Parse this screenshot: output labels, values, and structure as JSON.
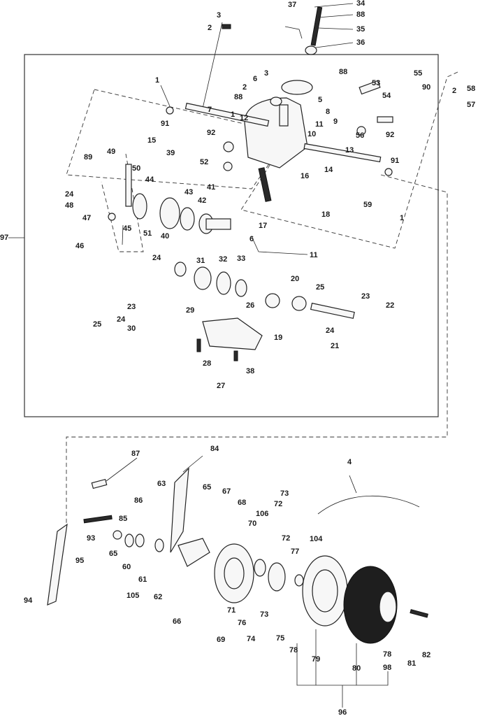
{
  "diagram": {
    "colors": {
      "ink": "#222222",
      "paper": "#ffffff",
      "tire": "#1e1e1e"
    },
    "callouts": [
      {
        "id": "c37",
        "text": "37"
      },
      {
        "id": "c34",
        "text": "34"
      },
      {
        "id": "c88a",
        "text": "88"
      },
      {
        "id": "c35",
        "text": "35"
      },
      {
        "id": "c36",
        "text": "36"
      },
      {
        "id": "c3a",
        "text": "3"
      },
      {
        "id": "c2a",
        "text": "2"
      },
      {
        "id": "c3b",
        "text": "3"
      },
      {
        "id": "c88b",
        "text": "88"
      },
      {
        "id": "c6a",
        "text": "6"
      },
      {
        "id": "c2b",
        "text": "2"
      },
      {
        "id": "c88c",
        "text": "88"
      },
      {
        "id": "c5",
        "text": "5"
      },
      {
        "id": "c8",
        "text": "8"
      },
      {
        "id": "c9",
        "text": "9"
      },
      {
        "id": "c11a",
        "text": "11"
      },
      {
        "id": "c10",
        "text": "10"
      },
      {
        "id": "c1a",
        "text": "1"
      },
      {
        "id": "c7",
        "text": "7"
      },
      {
        "id": "c1b",
        "text": "1"
      },
      {
        "id": "c12",
        "text": "12"
      },
      {
        "id": "c91a",
        "text": "91"
      },
      {
        "id": "c92a",
        "text": "92"
      },
      {
        "id": "c15",
        "text": "15"
      },
      {
        "id": "c39",
        "text": "39"
      },
      {
        "id": "c52",
        "text": "52"
      },
      {
        "id": "c53",
        "text": "53"
      },
      {
        "id": "c54",
        "text": "54"
      },
      {
        "id": "c55",
        "text": "55"
      },
      {
        "id": "c90",
        "text": "90"
      },
      {
        "id": "c56",
        "text": "56"
      },
      {
        "id": "c92b",
        "text": "92"
      },
      {
        "id": "c91b",
        "text": "91"
      },
      {
        "id": "c2c",
        "text": "2"
      },
      {
        "id": "c58",
        "text": "58"
      },
      {
        "id": "c57",
        "text": "57"
      },
      {
        "id": "c13",
        "text": "13"
      },
      {
        "id": "c14",
        "text": "14"
      },
      {
        "id": "c16",
        "text": "16"
      },
      {
        "id": "c59",
        "text": "59"
      },
      {
        "id": "c18",
        "text": "18"
      },
      {
        "id": "c1c",
        "text": "1"
      },
      {
        "id": "c89",
        "text": "89"
      },
      {
        "id": "c49",
        "text": "49"
      },
      {
        "id": "c50",
        "text": "50"
      },
      {
        "id": "c44",
        "text": "44"
      },
      {
        "id": "c43",
        "text": "43"
      },
      {
        "id": "c41",
        "text": "41"
      },
      {
        "id": "c42",
        "text": "42"
      },
      {
        "id": "c24a",
        "text": "24"
      },
      {
        "id": "c48",
        "text": "48"
      },
      {
        "id": "c47",
        "text": "47"
      },
      {
        "id": "c45",
        "text": "45"
      },
      {
        "id": "c51",
        "text": "51"
      },
      {
        "id": "c40",
        "text": "40"
      },
      {
        "id": "c46",
        "text": "46"
      },
      {
        "id": "c17",
        "text": "17"
      },
      {
        "id": "c6b",
        "text": "6"
      },
      {
        "id": "c11b",
        "text": "11"
      },
      {
        "id": "c97",
        "text": "97"
      },
      {
        "id": "c24b",
        "text": "24"
      },
      {
        "id": "c31",
        "text": "31"
      },
      {
        "id": "c32",
        "text": "32"
      },
      {
        "id": "c33",
        "text": "33"
      },
      {
        "id": "c20",
        "text": "20"
      },
      {
        "id": "c25a",
        "text": "25"
      },
      {
        "id": "c23a",
        "text": "23"
      },
      {
        "id": "c26",
        "text": "26"
      },
      {
        "id": "c29",
        "text": "29"
      },
      {
        "id": "c23b",
        "text": "23"
      },
      {
        "id": "c22",
        "text": "22"
      },
      {
        "id": "c25b",
        "text": "25"
      },
      {
        "id": "c24c",
        "text": "24"
      },
      {
        "id": "c30",
        "text": "30"
      },
      {
        "id": "c19",
        "text": "19"
      },
      {
        "id": "c24d",
        "text": "24"
      },
      {
        "id": "c21",
        "text": "21"
      },
      {
        "id": "c28",
        "text": "28"
      },
      {
        "id": "c38",
        "text": "38"
      },
      {
        "id": "c27",
        "text": "27"
      },
      {
        "id": "c87",
        "text": "87"
      },
      {
        "id": "c84",
        "text": "84"
      },
      {
        "id": "c4",
        "text": "4"
      },
      {
        "id": "c63",
        "text": "63"
      },
      {
        "id": "c65a",
        "text": "65"
      },
      {
        "id": "c67",
        "text": "67"
      },
      {
        "id": "c68",
        "text": "68"
      },
      {
        "id": "c73a",
        "text": "73"
      },
      {
        "id": "c86",
        "text": "86"
      },
      {
        "id": "c85",
        "text": "85"
      },
      {
        "id": "c106",
        "text": "106"
      },
      {
        "id": "c72a",
        "text": "72"
      },
      {
        "id": "c70",
        "text": "70"
      },
      {
        "id": "c72b",
        "text": "72"
      },
      {
        "id": "c104",
        "text": "104"
      },
      {
        "id": "c93",
        "text": "93"
      },
      {
        "id": "c65b",
        "text": "65"
      },
      {
        "id": "c77",
        "text": "77"
      },
      {
        "id": "c66",
        "text": "66"
      },
      {
        "id": "c60",
        "text": "60"
      },
      {
        "id": "c61",
        "text": "61"
      },
      {
        "id": "c95",
        "text": "95"
      },
      {
        "id": "c94",
        "text": "94"
      },
      {
        "id": "c105",
        "text": "105"
      },
      {
        "id": "c62",
        "text": "62"
      },
      {
        "id": "c71",
        "text": "71"
      },
      {
        "id": "c76",
        "text": "76"
      },
      {
        "id": "c73b",
        "text": "73"
      },
      {
        "id": "c74",
        "text": "74"
      },
      {
        "id": "c75",
        "text": "75"
      },
      {
        "id": "c69",
        "text": "69"
      },
      {
        "id": "c98",
        "text": "98"
      },
      {
        "id": "c78a",
        "text": "78"
      },
      {
        "id": "c79",
        "text": "79"
      },
      {
        "id": "c80",
        "text": "80"
      },
      {
        "id": "c78b",
        "text": "78"
      },
      {
        "id": "c81",
        "text": "81"
      },
      {
        "id": "c82",
        "text": "82"
      },
      {
        "id": "c96",
        "text": "96"
      }
    ]
  }
}
